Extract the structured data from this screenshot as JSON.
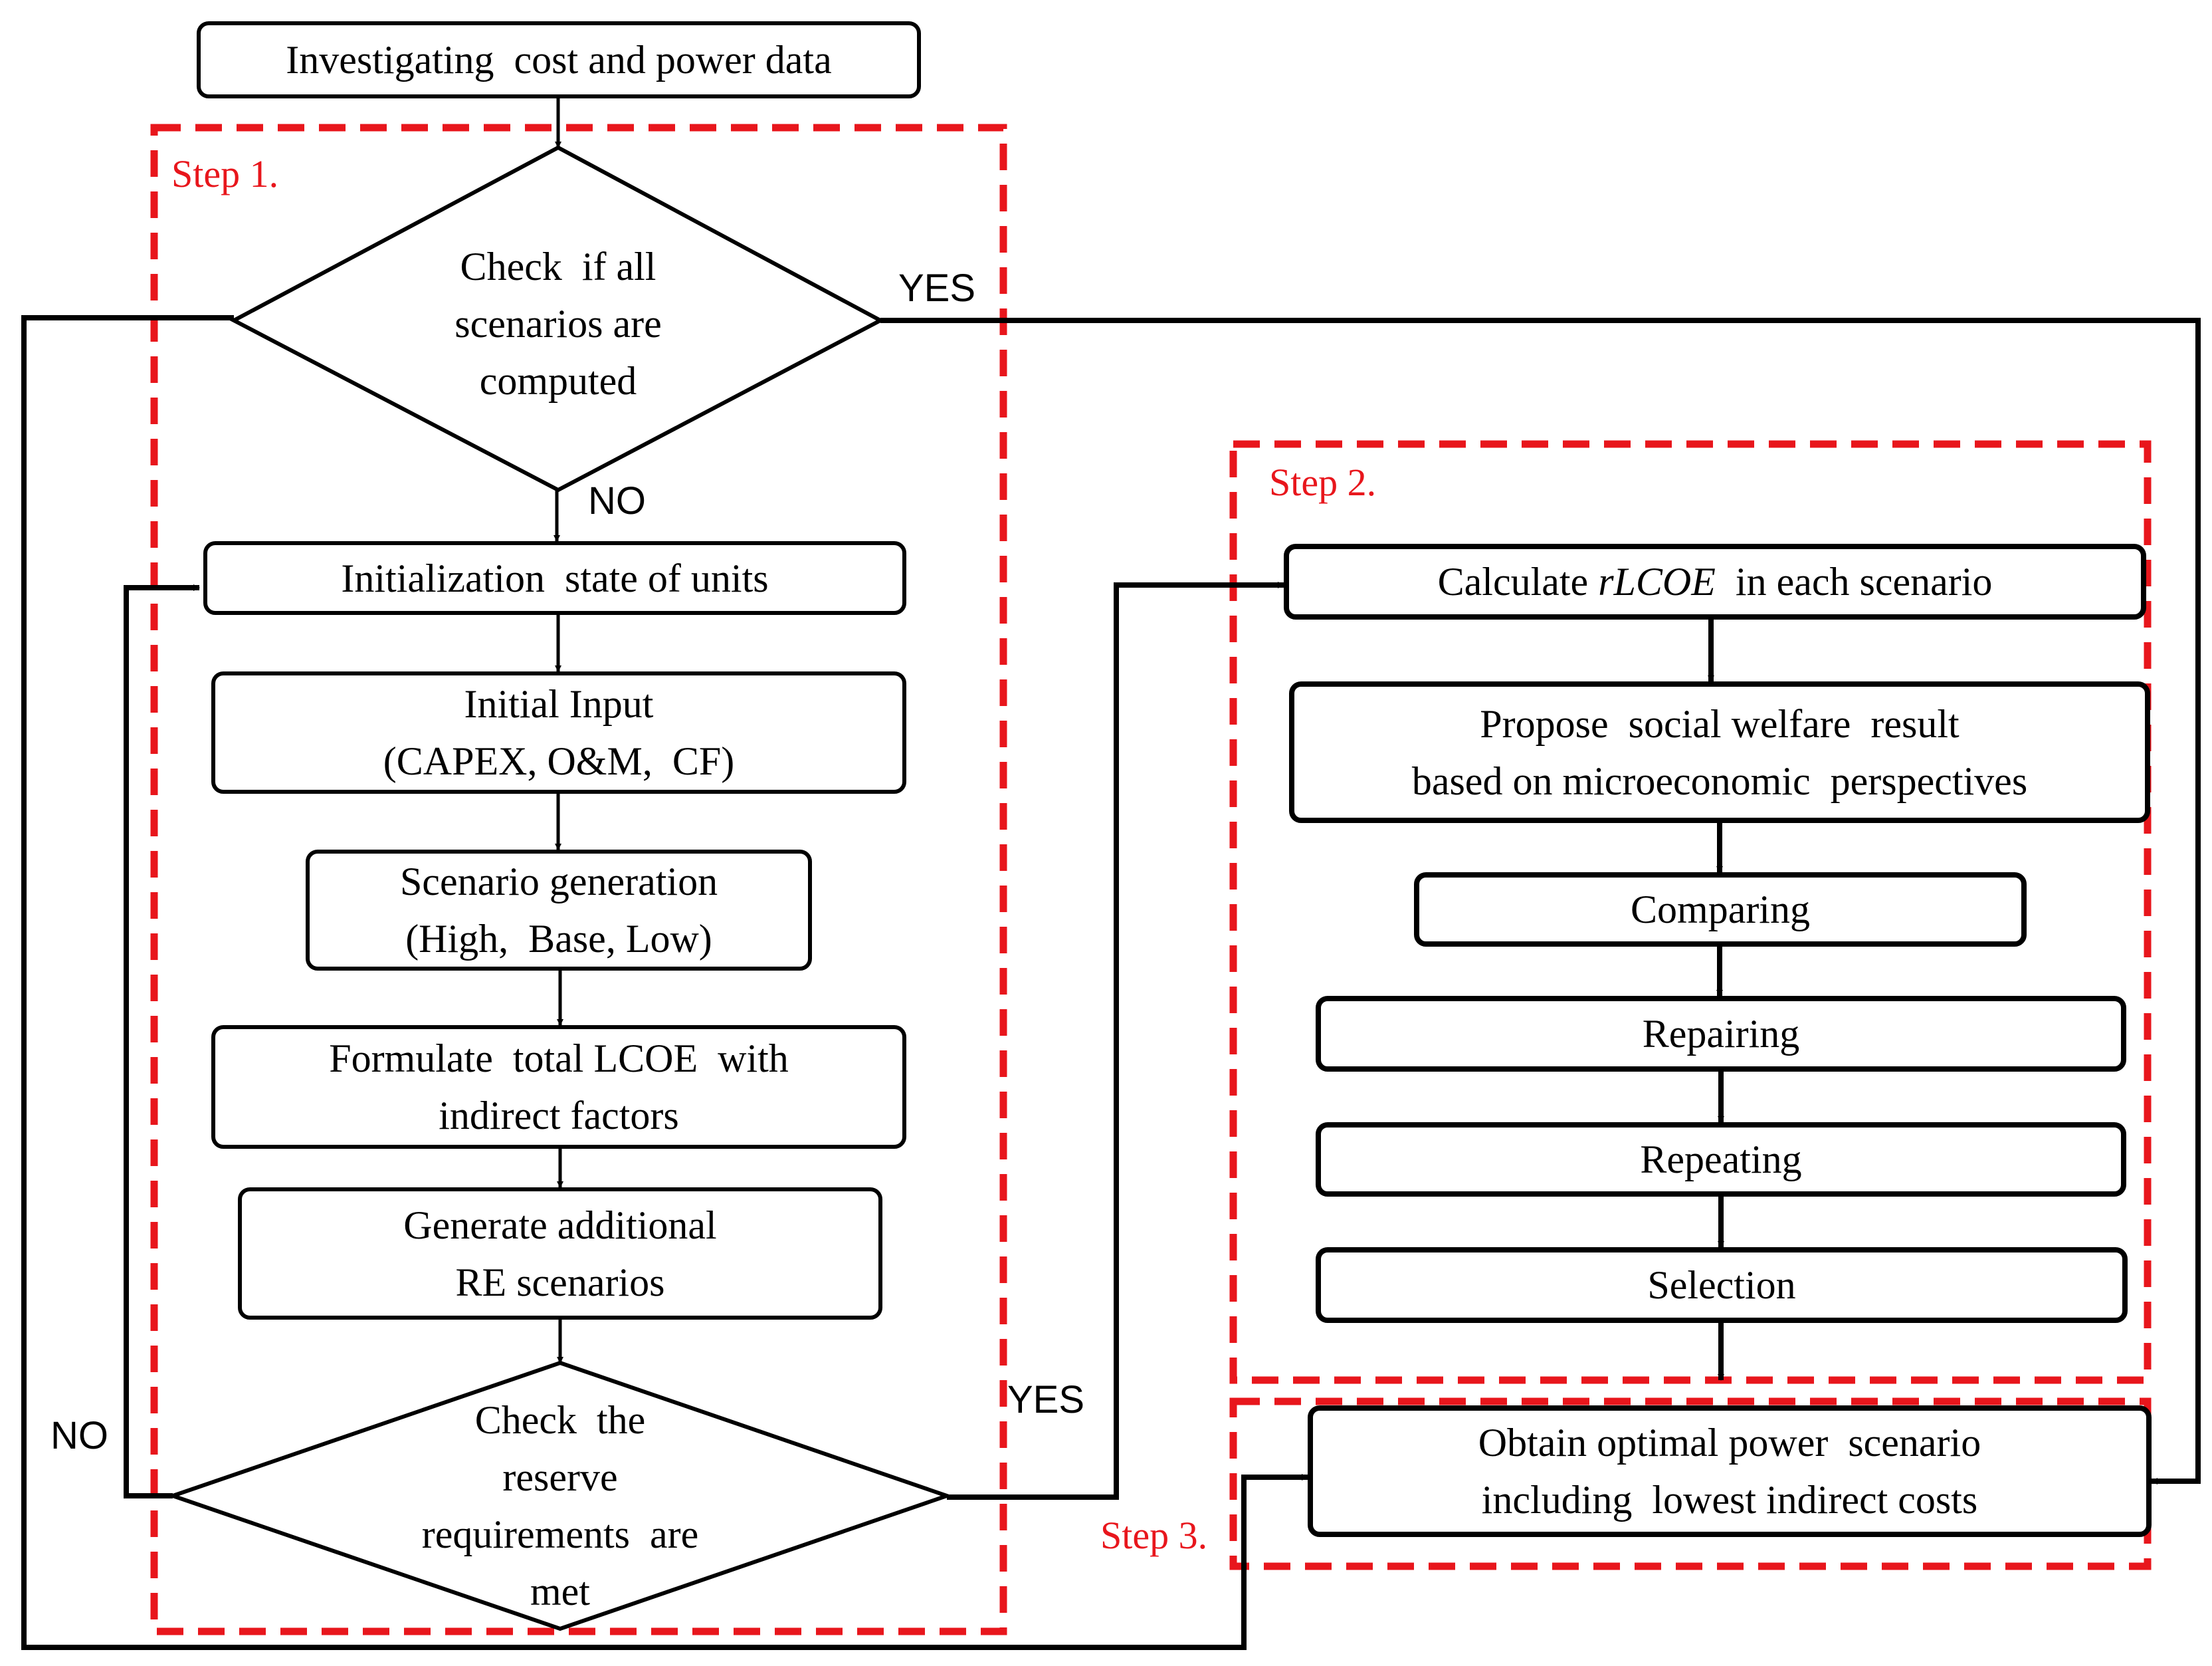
{
  "colors": {
    "line": "#000000",
    "step_border": "#e8161c",
    "step_text": "#e8161c"
  },
  "steps": {
    "step1": "Step 1.",
    "step2": "Step 2.",
    "step3": "Step 3."
  },
  "nodes": {
    "investigating": [
      "Investigating  cost and power data"
    ],
    "check_all": [
      "Check  if all",
      "scenarios are",
      "computed"
    ],
    "init_state": [
      "Initialization  state of units"
    ],
    "initial_input": [
      "Initial Input",
      "(CAPEX, O&M,  CF)"
    ],
    "scenario_gen": [
      "Scenario generation",
      "(High,  Base, Low)"
    ],
    "formulate": [
      "Formulate  total LCOE  with",
      "indirect factors"
    ],
    "generate_re": [
      "Generate additional",
      "RE scenarios"
    ],
    "check_reserve": [
      "Check  the",
      "reserve",
      "requirements  are",
      "met"
    ],
    "propose": [
      "Propose  social welfare  result",
      "based on microeconomic  perspectives"
    ],
    "comparing": [
      "Comparing"
    ],
    "repairing": [
      "Repairing"
    ],
    "repeating": [
      "Repeating"
    ],
    "selection": [
      "Selection"
    ],
    "obtain": [
      "Obtain optimal power  scenario",
      "including  lowest indirect costs"
    ]
  },
  "calc": {
    "pre": "Calculate ",
    "var": "rLCOE",
    "post": "  in each scenario"
  },
  "labels": {
    "yes_top": "YES",
    "no_top": "NO",
    "yes_bottom": "YES",
    "no_left": "NO"
  }
}
